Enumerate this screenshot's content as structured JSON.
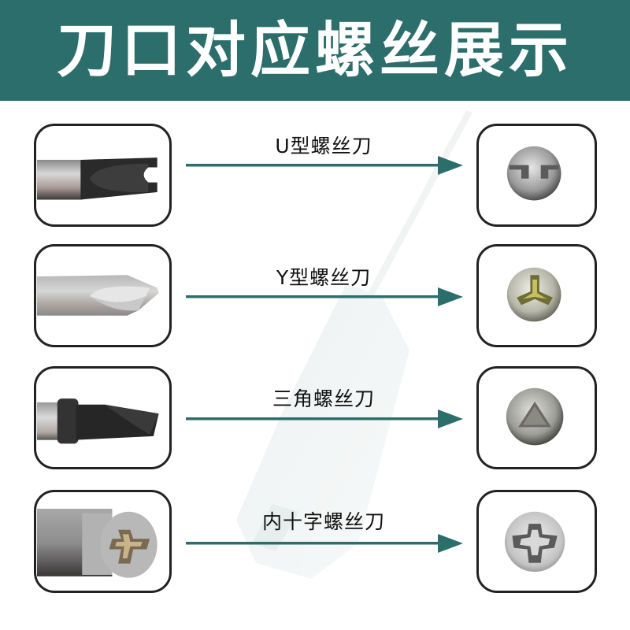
{
  "header": {
    "title": "刀口对应螺丝展示",
    "background_color": "#2b6e6b"
  },
  "accent_color": "#2b6e6b",
  "rows": [
    {
      "label": "U型螺丝刀",
      "tip_icon": "u-type-screwdriver-tip",
      "screw_icon": "u-type-screw-head"
    },
    {
      "label": "Y型螺丝刀",
      "tip_icon": "y-type-screwdriver-tip",
      "screw_icon": "y-type-screw-head"
    },
    {
      "label": "三角螺丝刀",
      "tip_icon": "triangle-screwdriver-tip",
      "screw_icon": "triangle-screw-head"
    },
    {
      "label": "内十字螺丝刀",
      "tip_icon": "inner-cross-screwdriver-tip",
      "screw_icon": "inner-cross-screw-head"
    }
  ]
}
